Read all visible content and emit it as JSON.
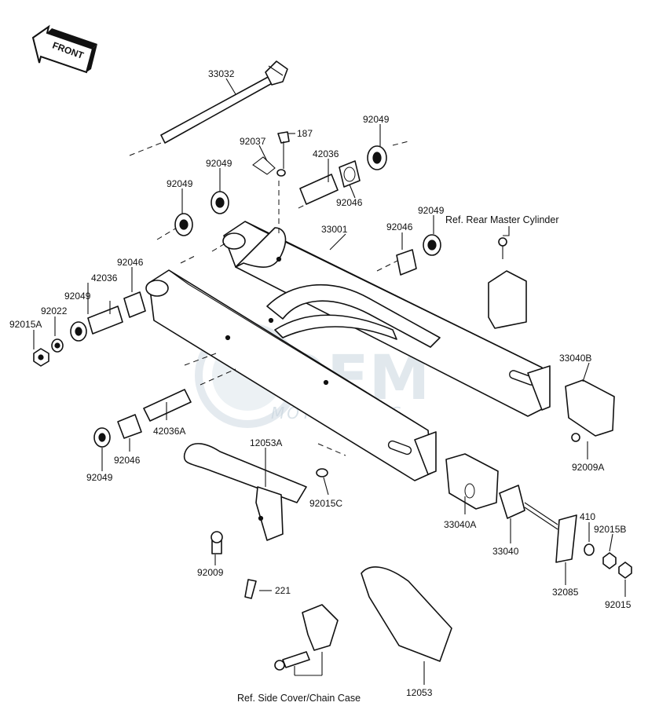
{
  "diagram": {
    "front_marker": "FRONT",
    "watermark": {
      "main": "OEM",
      "sub": "MOTORPARTS"
    },
    "reference_notes": {
      "rear_master_cylinder": "Ref. Rear Master Cylinder",
      "side_cover_chain_case": "Ref. Side Cover/Chain Case"
    },
    "callouts": [
      {
        "id": "33032",
        "text": "33032"
      },
      {
        "id": "92037",
        "text": "92037"
      },
      {
        "id": "187",
        "text": "187"
      },
      {
        "id": "92049_a",
        "text": "92049"
      },
      {
        "id": "42036_a",
        "text": "42036"
      },
      {
        "id": "92049_b",
        "text": "92049"
      },
      {
        "id": "92049_c",
        "text": "92049"
      },
      {
        "id": "92046_a",
        "text": "92046"
      },
      {
        "id": "92049_d",
        "text": "92049"
      },
      {
        "id": "33001",
        "text": "33001"
      },
      {
        "id": "92046_b",
        "text": "92046"
      },
      {
        "id": "92046_c",
        "text": "92046"
      },
      {
        "id": "42036_b",
        "text": "42036"
      },
      {
        "id": "92049_e",
        "text": "92049"
      },
      {
        "id": "92022",
        "text": "92022"
      },
      {
        "id": "92015A",
        "text": "92015A"
      },
      {
        "id": "33040B",
        "text": "33040B"
      },
      {
        "id": "42036A",
        "text": "42036A"
      },
      {
        "id": "92046_d",
        "text": "92046"
      },
      {
        "id": "92049_f",
        "text": "92049"
      },
      {
        "id": "12053A",
        "text": "12053A"
      },
      {
        "id": "92009A",
        "text": "92009A"
      },
      {
        "id": "92015C",
        "text": "92015C"
      },
      {
        "id": "33040A",
        "text": "33040A"
      },
      {
        "id": "410",
        "text": "410"
      },
      {
        "id": "92015B",
        "text": "92015B"
      },
      {
        "id": "33040",
        "text": "33040"
      },
      {
        "id": "92009",
        "text": "92009"
      },
      {
        "id": "221",
        "text": "221"
      },
      {
        "id": "32085",
        "text": "32085"
      },
      {
        "id": "92015",
        "text": "92015"
      },
      {
        "id": "12053",
        "text": "12053"
      }
    ]
  }
}
